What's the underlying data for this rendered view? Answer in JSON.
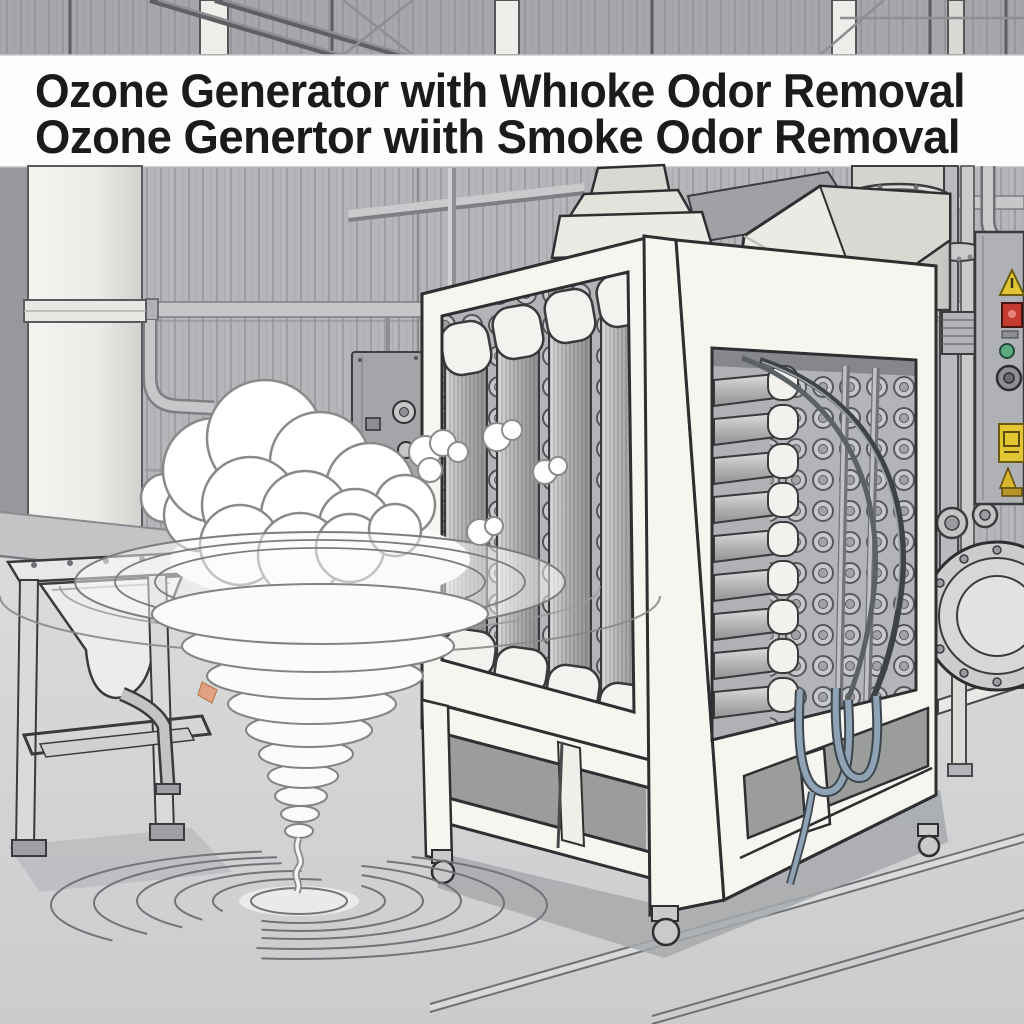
{
  "image": {
    "kind": "AI-generated line-art industrial illustration",
    "caption": {
      "line1": "Ozone Generator with Whıoke Odor Removal",
      "line2": "Ozone Genertor wiith Smoke Odor Removal"
    }
  },
  "scene": {
    "elements": [
      "factory-ceiling-trusses",
      "caption-banner",
      "corrugated-wall",
      "wall-pipes",
      "wall-control-box",
      "white-column",
      "feed-hopper-stand",
      "smoke-cloud",
      "smoke-vortex",
      "floor-ripples",
      "ozone-generator-cabinet",
      "vertical-tube-bank",
      "horizontal-tube-bank",
      "exhaust-funnel",
      "exhaust-hood",
      "exhaust-cylinder",
      "cable-loom",
      "blue-hoses",
      "caster-wheels",
      "right-control-panel",
      "warning-labels",
      "pump-flange",
      "factory-floor"
    ],
    "colors": {
      "background_wall": "#b5b6b9",
      "ceiling": "#a6a7aa",
      "banner": "#fdfdfd",
      "caption_text": "#1b1b1b",
      "machine_frame": "#f6f5f0",
      "tube_metal": "#b9babc",
      "floor": "#d4d5d7",
      "shadow": "#a7a9ab",
      "hose_blue": "#8fa3b4",
      "warning_yellow": "#e2c533",
      "alarm_red": "#c43c31",
      "indicator_green": "#5aa97f",
      "accent_orange": "#e0a184"
    }
  }
}
